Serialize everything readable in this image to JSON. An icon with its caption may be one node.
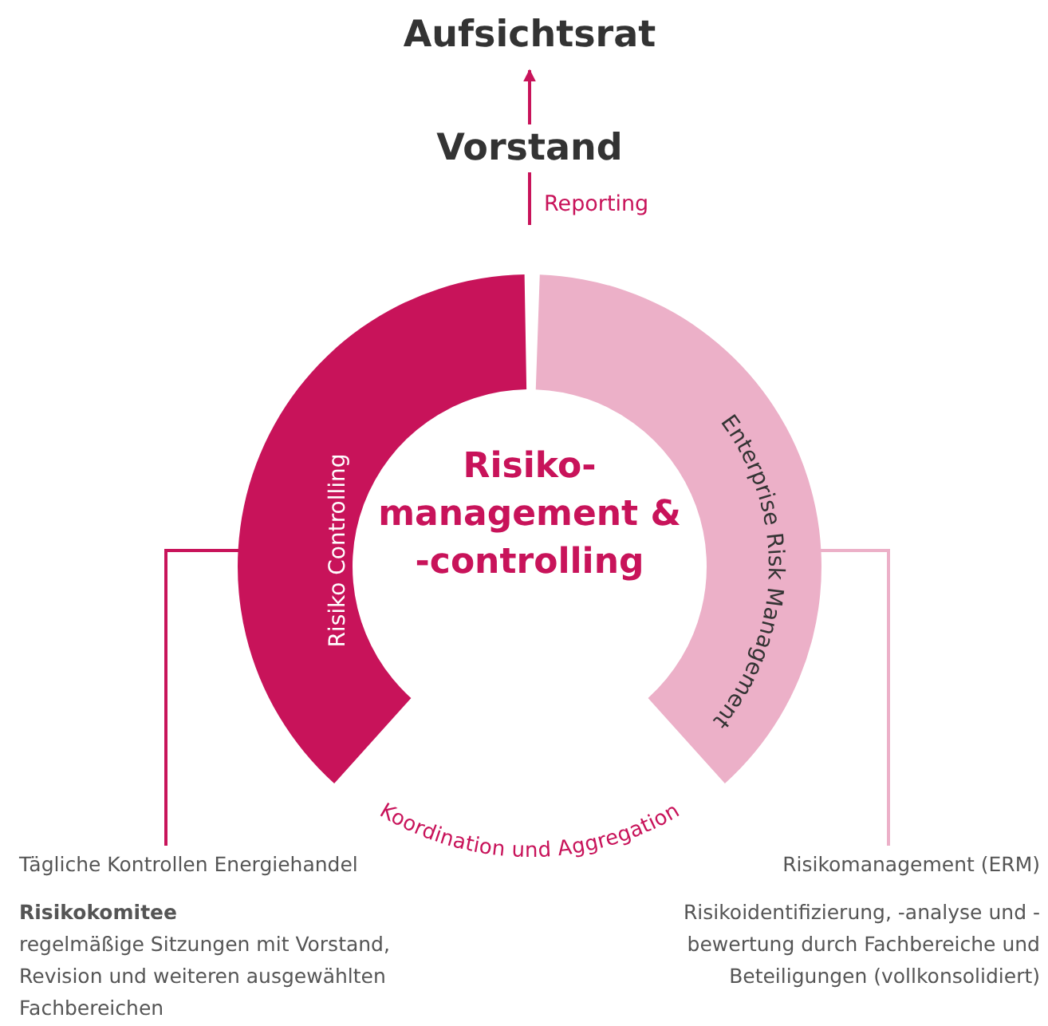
{
  "diagram": {
    "nodes": [
      {
        "text": [
          "Aufsichtsrat"
        ]
      },
      {
        "text": [
          "Vorstand"
        ]
      },
      {
        "text": [
          "Risiko Controlling"
        ]
      },
      {
        "text": [
          "Enterprise Risk Management"
        ]
      },
      {
        "text": [
          "Risiko- management & -controlling"
        ]
      },
      {
        "text": [
          "Tägliche Kontrollen Energiehandel",
          "Risikokomitee",
          "regelmäßige Sitzungen mit Vorstand, Revision und weiteren ausgewählten Fachbereichen"
        ]
      },
      {
        "text": [
          "Risikomanagement (ERM)",
          "Risikoidentifizierung, -analyse und -bewertung durch Fachbereiche und Beteiligungen (vollkonsolidiert)"
        ]
      }
    ],
    "edges": [
      {
        "from": 1,
        "to": 0,
        "arrow": "to"
      },
      {
        "from": null,
        "to": 1,
        "arrow": "none",
        "label": "Reporting"
      },
      {
        "from": 2,
        "to": 5,
        "arrow": "none"
      },
      {
        "from": 3,
        "to": 6,
        "arrow": "none",
        "color": "#ecb0c8"
      }
    ],
    "labels": [
      "Koordination und Aggregation"
    ]
  }
}
